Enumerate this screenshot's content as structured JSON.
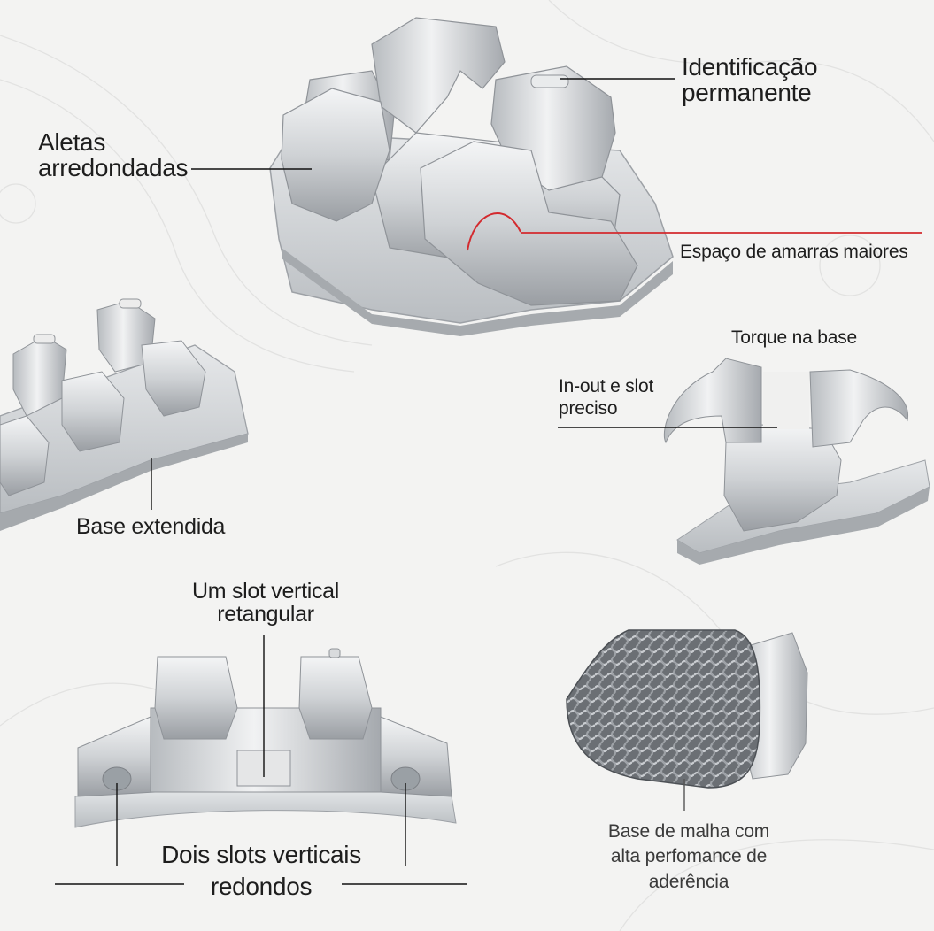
{
  "colors": {
    "background": "#f3f3f2",
    "leader_line": "#111111",
    "accent_line": "#d32a2e",
    "metal_light": "#e9ebec",
    "metal_mid": "#c2c5c8",
    "metal_dark": "#8e9297",
    "mesh": "#5f6368"
  },
  "labels": {
    "identificacao": "Identificação\npermanente",
    "aletas": "Aletas\narredondadas",
    "espaco": "Espaço de amarras maiores",
    "torque": "Torque na base",
    "inout": "In-out e slot\npreciso",
    "base_extendida": "Base extendida",
    "slot_retangular": "Um slot vertical\nretangular",
    "dois_slots": "Dois slots verticais\nredondos",
    "malha": "Base de malha com\nalta perfomance de\naderência"
  },
  "icons": {
    "bracket_top": "bracket-front-view-icon",
    "bracket_left": "bracket-angled-view-icon",
    "bracket_right": "bracket-side-view-icon",
    "bracket_bottom": "bracket-slots-view-icon",
    "bracket_mesh": "bracket-mesh-base-icon"
  }
}
